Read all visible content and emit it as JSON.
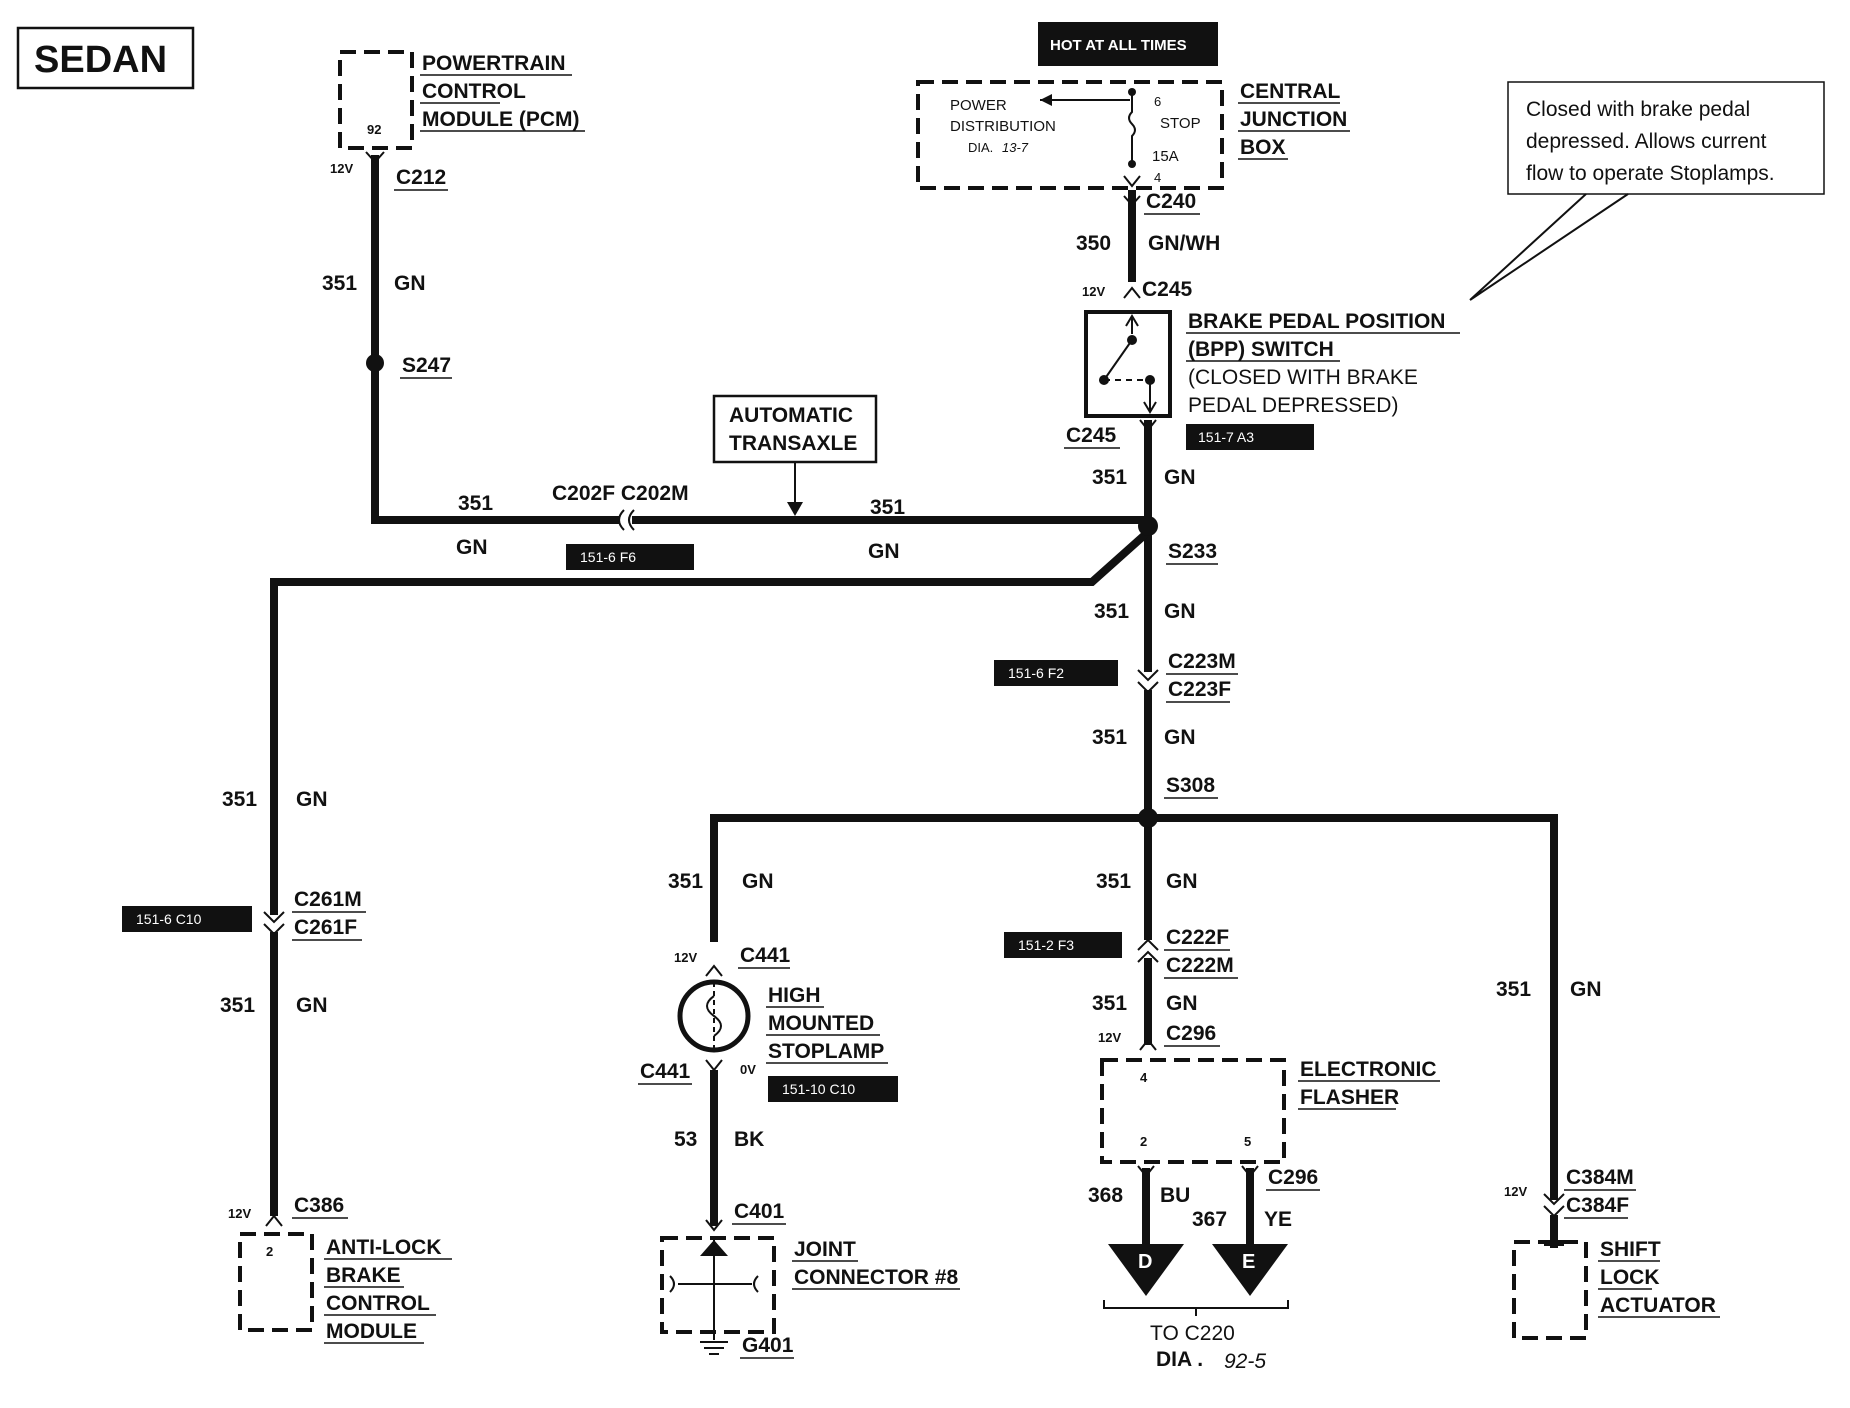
{
  "title": "SEDAN",
  "pcm": {
    "line1": "POWERTRAIN",
    "line2": "CONTROL",
    "line3": "MODULE (PCM)",
    "pin": "92",
    "volt": "12V",
    "connector": "C212"
  },
  "wire_pcm": {
    "circuit": "351",
    "color": "GN"
  },
  "splice_s247": "S247",
  "auto_trans": {
    "line1": "AUTOMATIC",
    "line2": "TRANSAXLE"
  },
  "c202": {
    "label": "C202F C202M",
    "circuit_left": "351",
    "color_left": "GN",
    "circuit_right": "351",
    "color_right": "GN",
    "ref": "151-6 F6"
  },
  "hot": "HOT AT ALL TIMES",
  "cjb": {
    "line1": "CENTRAL",
    "line2": "JUNCTION",
    "line3": "BOX",
    "pd1": "POWER",
    "pd2": "DISTRIBUTION",
    "pd3": "DIA.",
    "pd3b": "13-7",
    "pin6": "6",
    "stop": "STOP",
    "fuse": "15A",
    "pin4": "4"
  },
  "c240": "C240",
  "wire_350": {
    "circuit": "350",
    "color": "GN/WH"
  },
  "c245_top": {
    "volt": "12V",
    "label": "C245"
  },
  "bpp": {
    "line1": "BRAKE PEDAL POSITION",
    "line2": "(BPP) SWITCH",
    "line3": "(CLOSED WITH BRAKE",
    "line4": "PEDAL DEPRESSED)",
    "ref": "151-7 A3"
  },
  "c245_bottom": "C245",
  "note": {
    "line1": "Closed with brake pedal",
    "line2": "depressed.  Allows current",
    "line3": "flow to operate Stoplamps."
  },
  "wire_bpp": {
    "circuit": "351",
    "color": "GN"
  },
  "s233": "S233",
  "wire_s233": {
    "circuit": "351",
    "color": "GN"
  },
  "c223": {
    "m": "C223M",
    "f": "C223F",
    "ref": "151-6 F2"
  },
  "wire_c223": {
    "circuit": "351",
    "color": "GN"
  },
  "s308": "S308",
  "abs_branch": {
    "circuit": "351",
    "color": "GN",
    "c261m": "C261M",
    "c261f": "C261F",
    "ref": "151-6 C10",
    "circuit2": "351",
    "color2": "GN",
    "volt": "12V",
    "c386": "C386",
    "pin": "2"
  },
  "abs": {
    "line1": "ANTI-LOCK",
    "line2": "BRAKE",
    "line3": "CONTROL",
    "line4": "MODULE"
  },
  "hmsl_branch": {
    "circuit": "351",
    "color": "GN",
    "volt": "12V",
    "c441": "C441",
    "c441b": "C441",
    "volt0": "0V",
    "ref": "151-10 C10",
    "circuit53": "53",
    "color53": "BK",
    "c401": "C401",
    "g401": "G401"
  },
  "hmsl": {
    "line1": "HIGH",
    "line2": "MOUNTED",
    "line3": "STOPLAMP"
  },
  "jc": {
    "line1": "JOINT",
    "line2": "CONNECTOR #8"
  },
  "flasher_branch": {
    "circuit": "351",
    "color": "GN",
    "c222f": "C222F",
    "c222m": "C222M",
    "ref": "151-2 F3",
    "circuit2": "351",
    "color2": "GN",
    "volt": "12V",
    "c296": "C296",
    "pin4": "4",
    "pin2": "2",
    "pin5": "5",
    "c296b": "C296",
    "circ368": "368",
    "col368": "BU",
    "circ367": "367",
    "col367": "YE",
    "d": "D",
    "e": "E",
    "to1": "TO C220",
    "to2": "DIA .",
    "to2b": "92-5"
  },
  "flasher": {
    "line1": "ELECTRONIC",
    "line2": "FLASHER"
  },
  "sla_branch": {
    "circuit": "351",
    "color": "GN",
    "volt": "12V",
    "c384m": "C384M",
    "c384f": "C384F"
  },
  "sla": {
    "line1": "SHIFT",
    "line2": "LOCK",
    "line3": "ACTUATOR"
  }
}
